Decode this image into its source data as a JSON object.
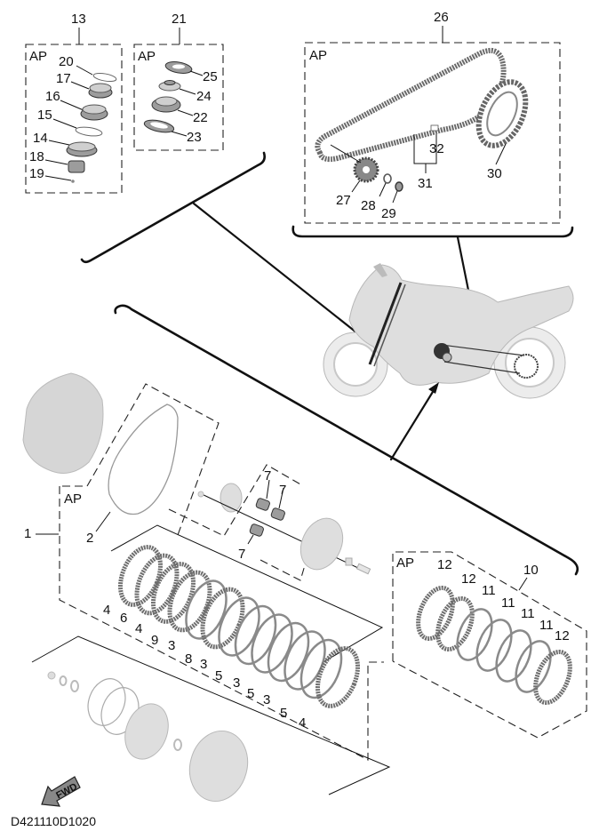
{
  "diagram": {
    "title": "Clutch / Drive Chain / Steering Bearing Parts Diagram",
    "drawing_code": "D421110D1020",
    "fwd_label": "FWD",
    "ap_label": "AP",
    "groups": {
      "steering_head_bearing_set_upper": {
        "ref": "13",
        "ap": "AP",
        "parts": [
          "20",
          "17",
          "16",
          "15",
          "14",
          "18",
          "19"
        ]
      },
      "steering_head_bearing_set_lower": {
        "ref": "21",
        "ap": "AP",
        "parts": [
          "25",
          "24",
          "22",
          "23"
        ]
      },
      "drive_chain_kit": {
        "ref": "26",
        "ap": "AP",
        "parts": [
          "27",
          "28",
          "29",
          "30",
          "31",
          "32"
        ]
      },
      "clutch_kit": {
        "ref": "1",
        "ap": "AP",
        "parts": [
          "2",
          "7",
          "7",
          "7",
          "4",
          "6",
          "4",
          "9",
          "3",
          "8",
          "3",
          "5",
          "3",
          "5",
          "3",
          "5",
          "4"
        ]
      },
      "friction_plate_kit": {
        "ref": "10",
        "ap": "AP",
        "parts": [
          "12",
          "12",
          "11",
          "11",
          "11",
          "11",
          "12"
        ]
      }
    },
    "labels": {
      "l13": "13",
      "l21": "21",
      "l26": "26",
      "l20": "20",
      "l17": "17",
      "l16": "16",
      "l15": "15",
      "l14": "14",
      "l18": "18",
      "l19": "19",
      "l25": "25",
      "l24": "24",
      "l22": "22",
      "l23": "23",
      "l27": "27",
      "l28": "28",
      "l29": "29",
      "l30": "30",
      "l31": "31",
      "l32": "32",
      "l1": "1",
      "l2": "2",
      "l7a": "7",
      "l7b": "7",
      "l7c": "7",
      "c4a": "4",
      "c6": "6",
      "c4b": "4",
      "c9": "9",
      "c3a": "3",
      "c8": "8",
      "c3b": "3",
      "c5a": "5",
      "c3c": "3",
      "c5b": "5",
      "c3d": "3",
      "c5c": "5",
      "c4c": "4",
      "l10": "10",
      "f12a": "12",
      "f12b": "12",
      "f11a": "11",
      "f11b": "11",
      "f11c": "11",
      "f11d": "11",
      "f12c": "12"
    }
  }
}
